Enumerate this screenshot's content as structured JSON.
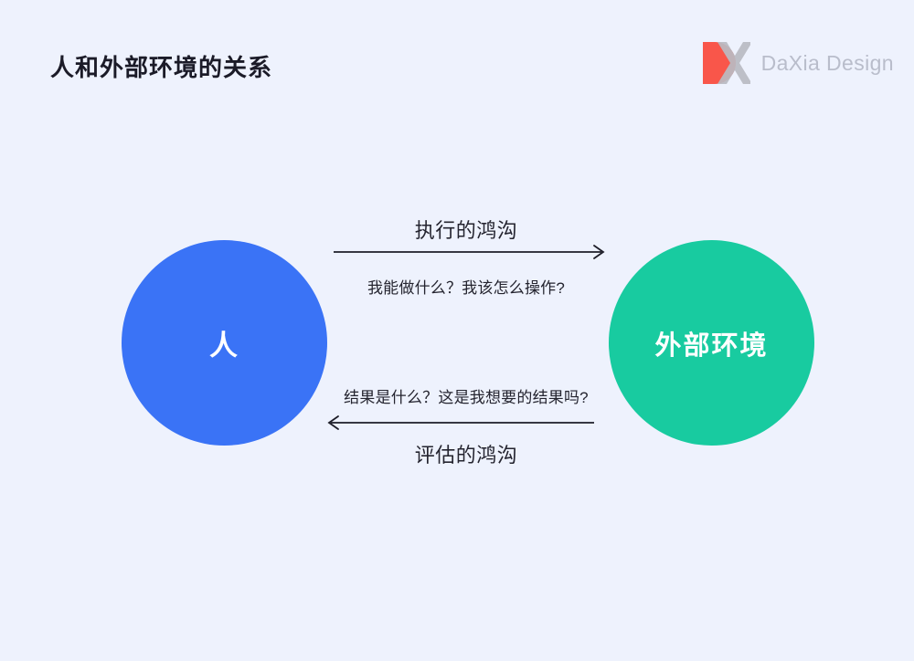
{
  "slide": {
    "title": "人和外部环境的关系",
    "background_color": "#eef2fd"
  },
  "brand": {
    "logo_icon": "daxia-dx-logo-icon",
    "name": "DaXia Design",
    "mark_red": "#f9564a",
    "mark_gray": "#b9bbc2",
    "name_color": "#b9bdcb"
  },
  "diagram": {
    "type": "two-node-bidirectional-flow",
    "nodes": [
      {
        "id": "human",
        "label": "人",
        "color": "#3a73f6",
        "shape": "circle"
      },
      {
        "id": "environment",
        "label": "外部环境",
        "color": "#18cba0",
        "shape": "circle"
      }
    ],
    "flows": [
      {
        "id": "execution",
        "direction": "human-to-environment",
        "arrow": "right",
        "label": "执行的鸿沟",
        "question": "我能做什么？我该怎么操作?"
      },
      {
        "id": "evaluation",
        "direction": "environment-to-human",
        "arrow": "left",
        "label": "评估的鸿沟",
        "question": "结果是什么？这是我想要的结果吗?"
      }
    ]
  }
}
